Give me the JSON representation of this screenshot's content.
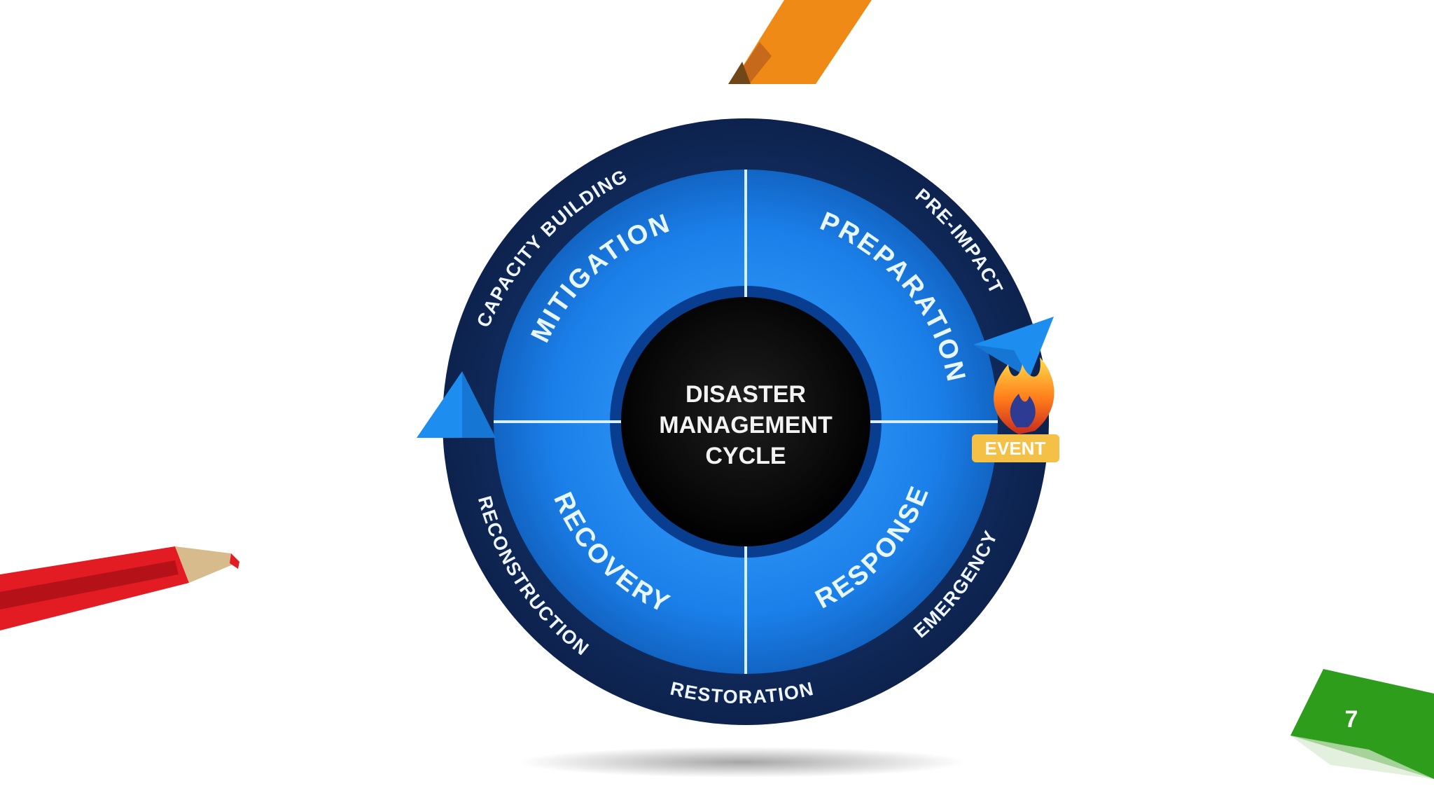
{
  "colors": {
    "outer_ring": "#0f2a5c",
    "inner_ring": "#1976e4",
    "inner_ring_light": "#2e97ff",
    "center": "#050505",
    "text": "#eaf6ff",
    "accent_arrow": "#1d8ef0",
    "page_badge": "#2e9d1c",
    "pencil_orange": "#f08a17",
    "pencil_red": "#e31b23"
  },
  "diagram": {
    "center": {
      "lines": [
        "DISASTER",
        "MANAGEMENT",
        "CYCLE"
      ]
    },
    "phases": {
      "mitigation": "MITIGATION",
      "preparation": "PREPARATION",
      "response": "RESPONSE",
      "recovery": "RECOVERY"
    },
    "outer_labels": {
      "capacity_building": "CAPACITY BUILDING",
      "pre_impact": "PRE-IMPACT",
      "emergency": "EMERGENCY",
      "restoration": "RESTORATION",
      "reconstruction": "RECONSTRUCTION"
    },
    "event_label": "EVENT"
  },
  "slide": {
    "page_number": "7"
  },
  "icons": {
    "event": "fire-icon",
    "left_arrow": "triangle-up-icon",
    "right_arrow": "triangle-down-icon",
    "left_pencil": "pencil-icon",
    "top_pencil": "pencil-icon"
  }
}
